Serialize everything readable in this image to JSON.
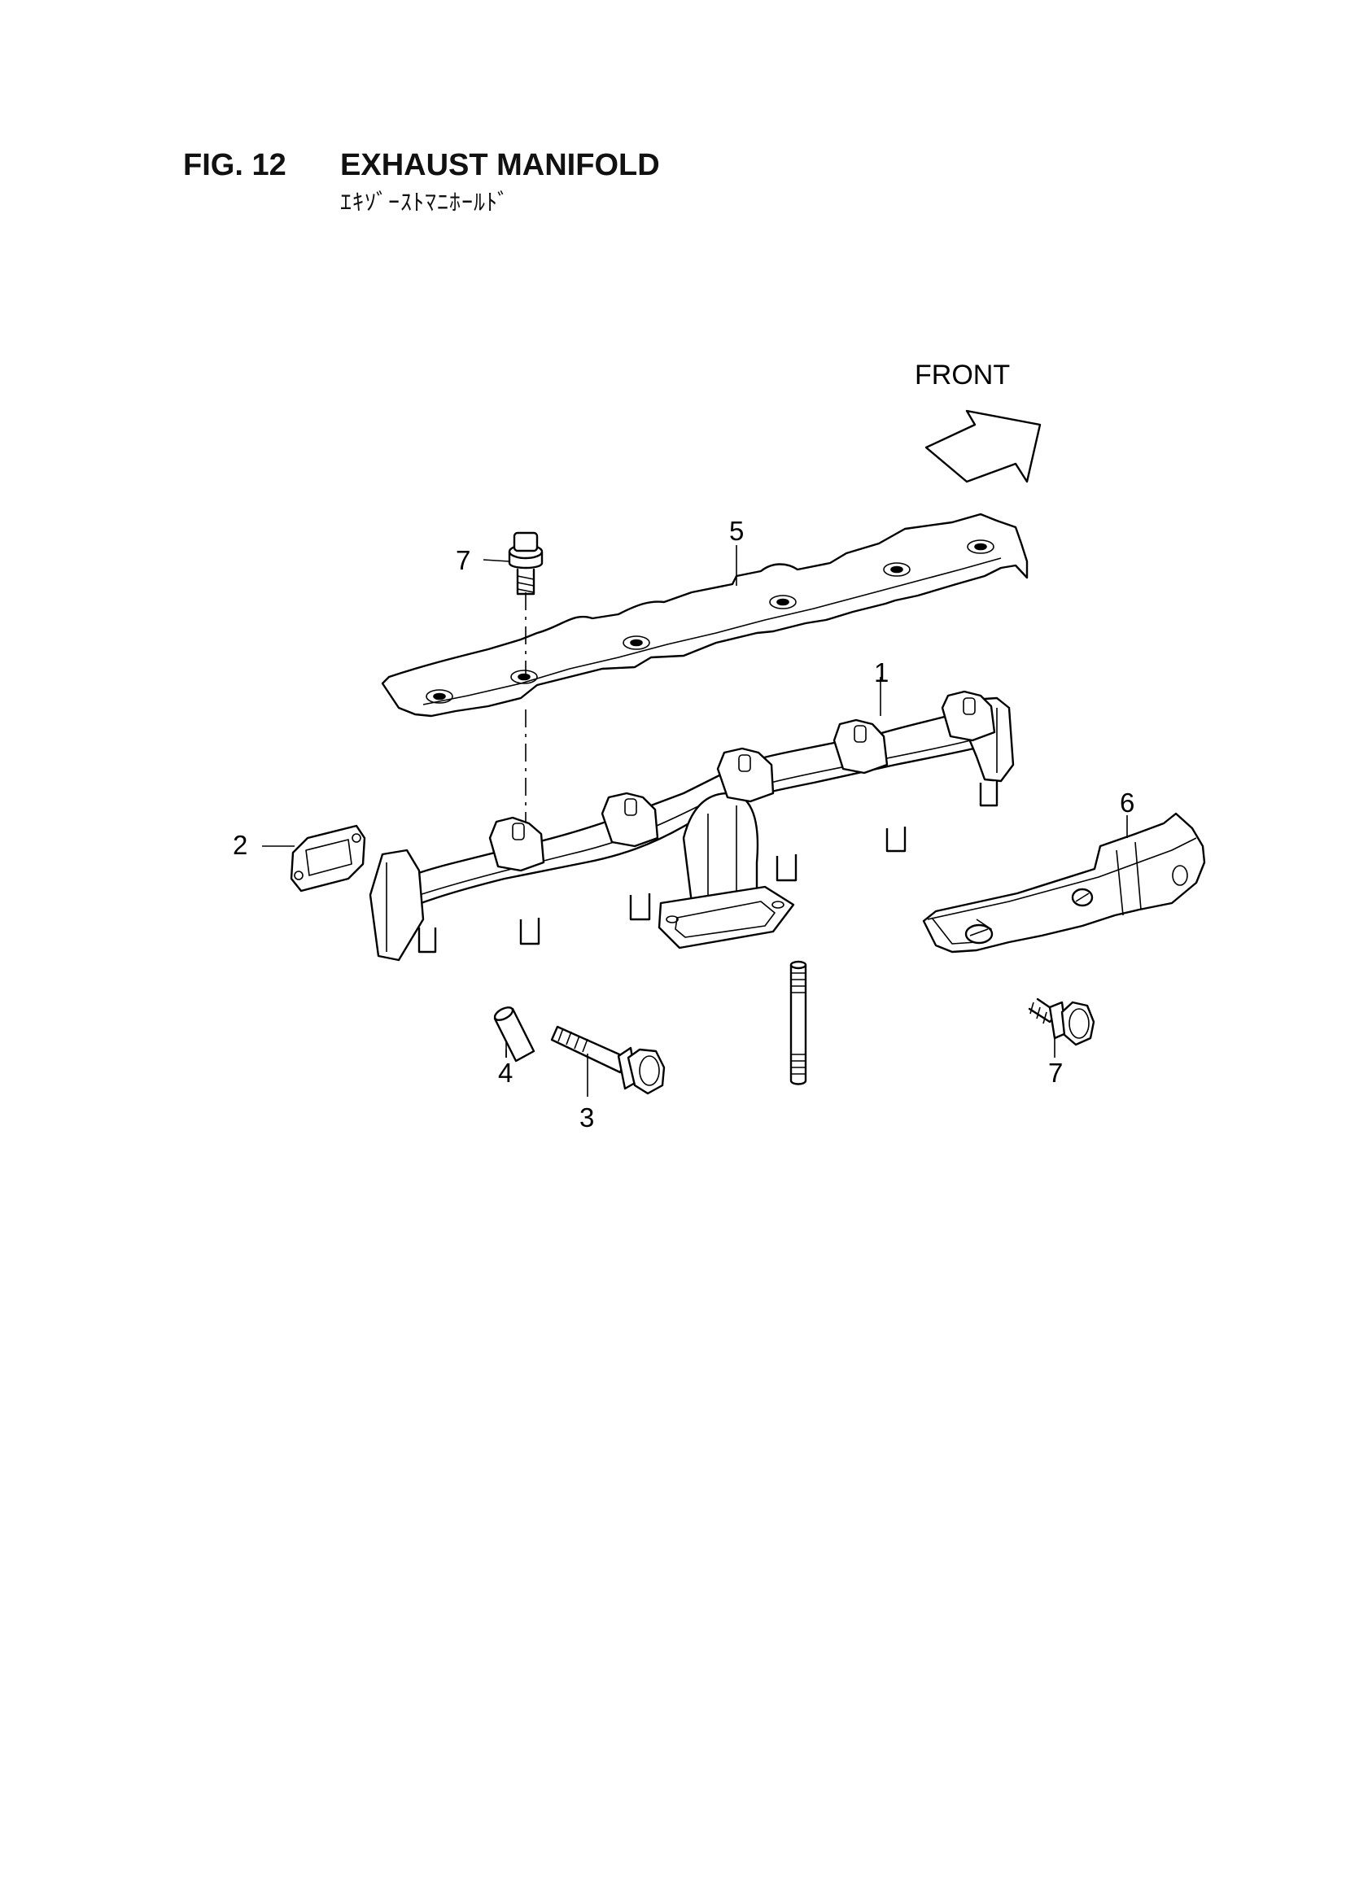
{
  "figure": {
    "number": "FIG. 12",
    "title": "EXHAUST MANIFOLD",
    "subtitle": "ｴｷｿﾞｰｽﾄﾏﾆﾎｰﾙﾄﾞ"
  },
  "direction_label": "FRONT",
  "callouts": [
    "1",
    "2",
    "3",
    "4",
    "5",
    "6",
    "7",
    "7"
  ],
  "parts": [
    {
      "id": "1",
      "icon": "exhaust-manifold"
    },
    {
      "id": "2",
      "icon": "gasket"
    },
    {
      "id": "3",
      "icon": "flange-bolt"
    },
    {
      "id": "4",
      "icon": "dowel-pin"
    },
    {
      "id": "5",
      "icon": "heat-shield-upper"
    },
    {
      "id": "6",
      "icon": "heat-shield-side"
    },
    {
      "id": "7",
      "icon": "flange-bolt-short"
    }
  ]
}
